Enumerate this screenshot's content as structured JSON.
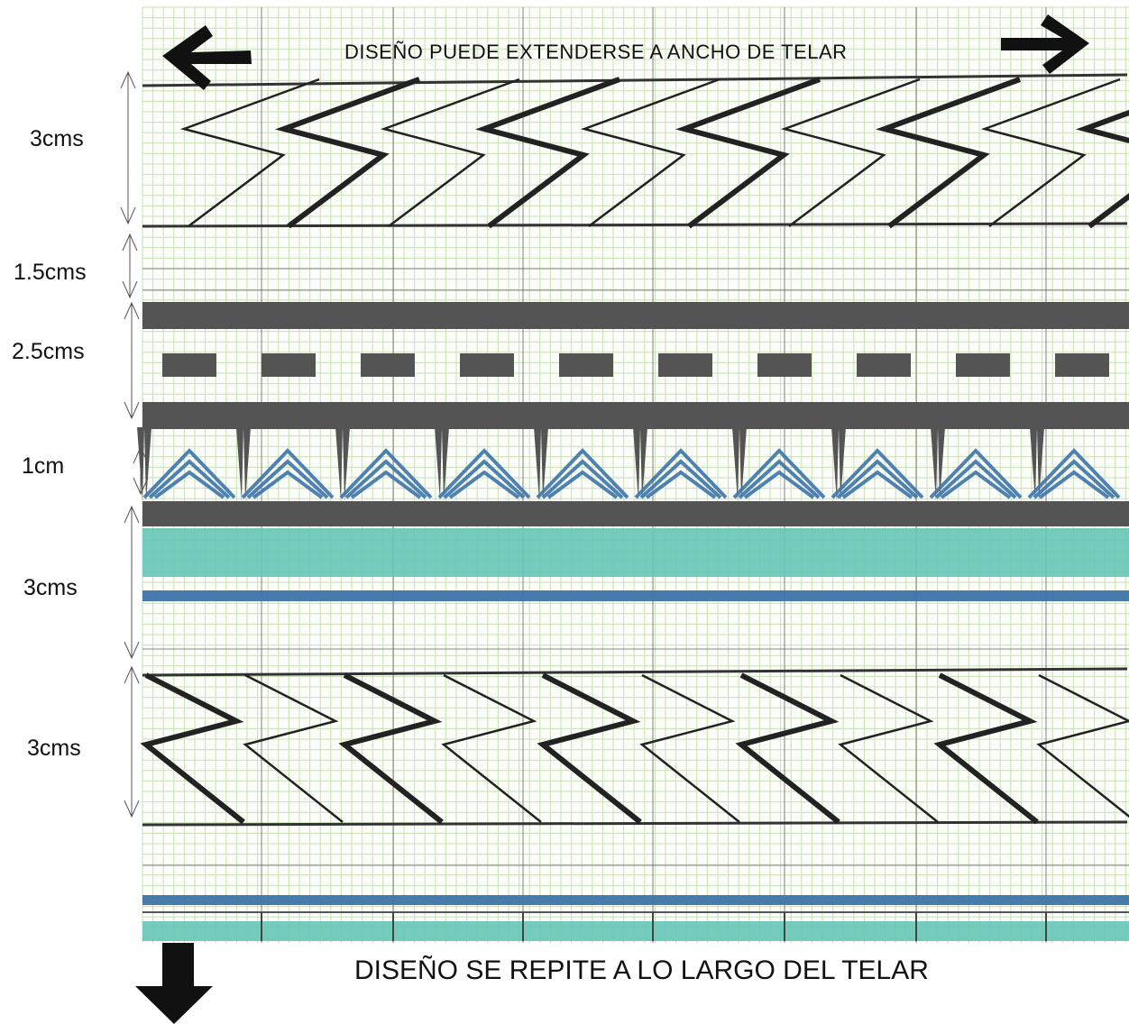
{
  "header": {
    "width_note": "DISEÑO  PUEDE  EXTENDERSE  A  ANCHO  DE  TELAR",
    "left_arrow_icon": "arrow-left-icon",
    "right_arrow_icon": "arrow-right-icon"
  },
  "footer": {
    "length_note": "DISEÑO SE REPITE A LO LARGO DEL TELAR",
    "down_arrow_icon": "arrow-down-icon"
  },
  "bands": [
    {
      "label": "3cms"
    },
    {
      "label": "1.5cms"
    },
    {
      "label": "2.5cms"
    },
    {
      "label": "1cm"
    },
    {
      "label": "3cms"
    },
    {
      "label": "3cms"
    }
  ],
  "colors": {
    "ink": "#222222",
    "dark_fill": "#545454",
    "blue": "#3d74a8",
    "teal": "#66c7b5",
    "grid_minor": "#c9dfb6",
    "grid_major": "#555555"
  }
}
